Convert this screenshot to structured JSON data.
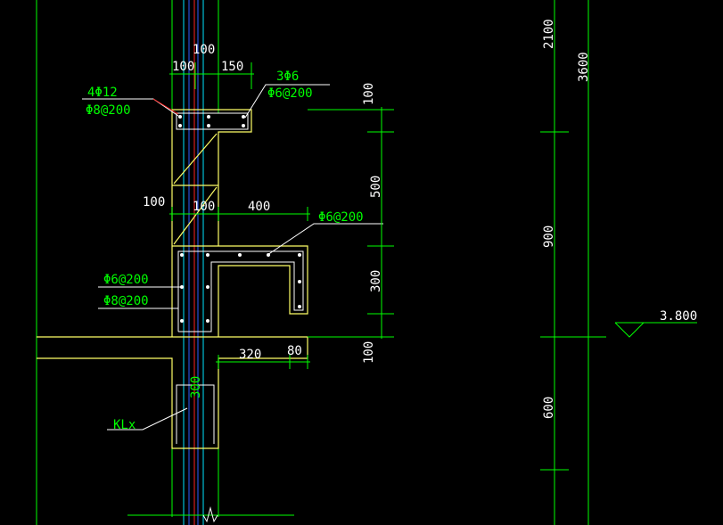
{
  "colors": {
    "background": "#000000",
    "dimension": "#00ff00",
    "outline": "#ffff66",
    "centerline": "#ff2020",
    "cyan": "#00e5ff",
    "blue": "#3060ff",
    "white": "#ffffff"
  },
  "dimensions": {
    "top_100": "100",
    "top_100b": "100",
    "top_150": "150",
    "left_100": "100",
    "mid_100": "100",
    "mid_400": "400",
    "bot_320": "320",
    "bot_80": "80",
    "right_100a": "100",
    "right_500": "500",
    "right_300": "300",
    "right_100b": "100",
    "beam_300": "300",
    "far_2100": "2100",
    "far_900": "900",
    "far_600": "600",
    "far_3600": "3600",
    "elevation": "3.800"
  },
  "rebar_labels": {
    "top_4phi12": "4Φ12",
    "top_phi8_200": "Φ8@200",
    "top_right_3phi6": "3Φ6",
    "top_right_phi6_200": "Φ6@200",
    "mid_phi6_200": "Φ6@200",
    "left_phi6_200": "Φ6@200",
    "left_phi8_200": "Φ8@200",
    "beam_label": "KLx"
  }
}
